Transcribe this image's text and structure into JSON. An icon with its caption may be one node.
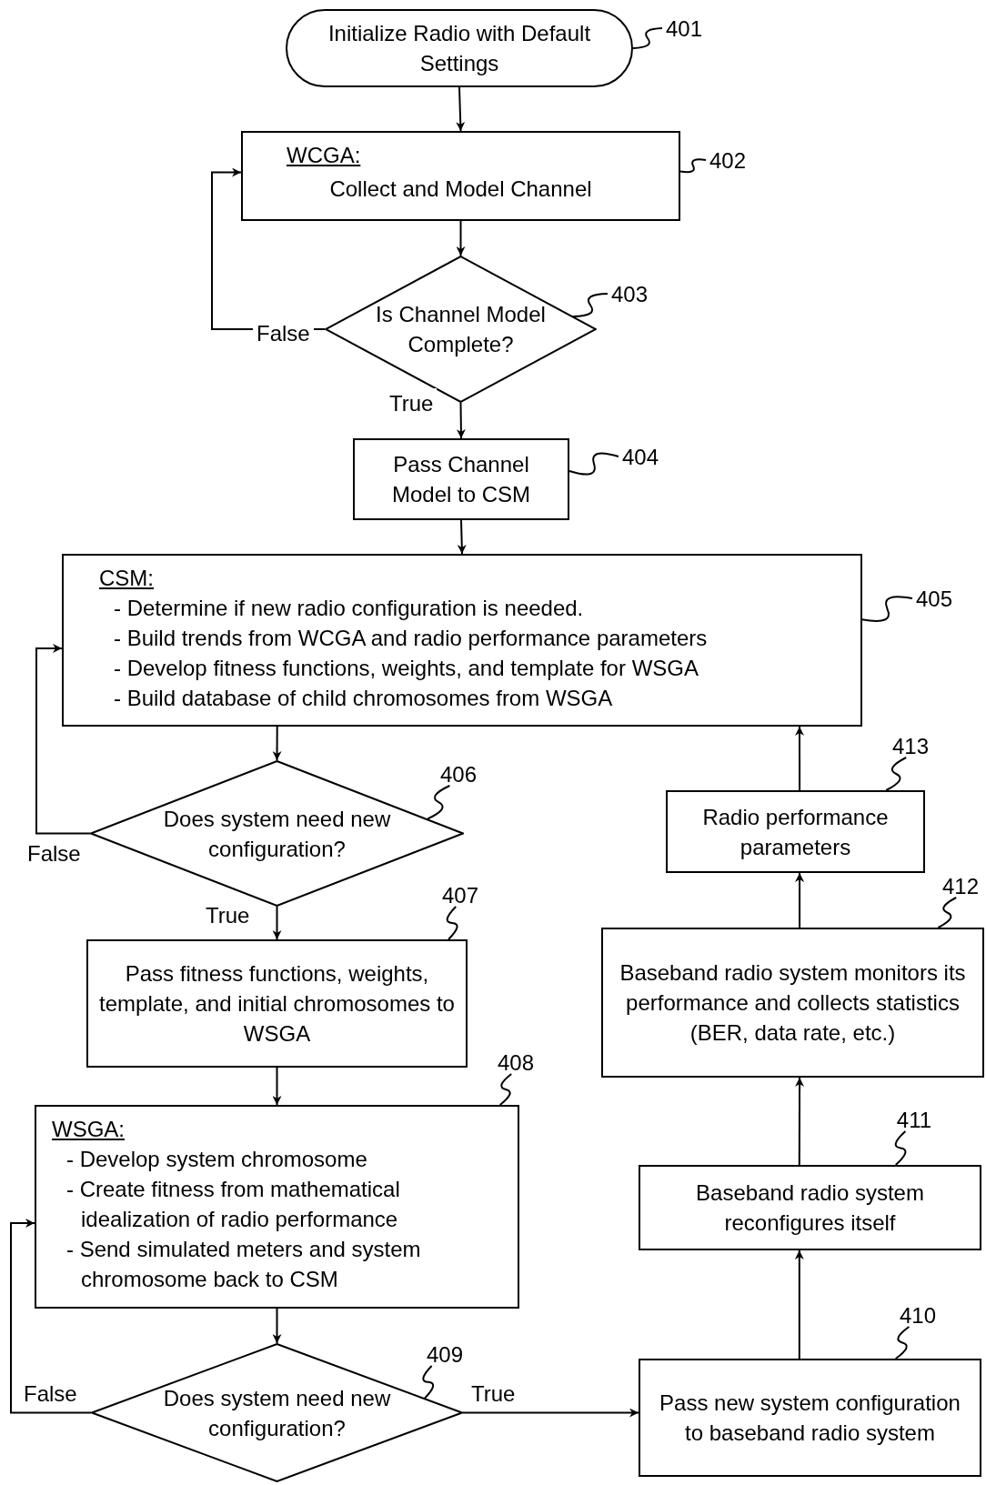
{
  "diagram": {
    "nodes": [
      {
        "text": [
          "Initialize Radio with Default Settings"
        ]
      },
      {
        "text": [
          "WCGA:",
          "Collect and Model Channel"
        ]
      },
      {
        "text": [
          "Is Channel Model Complete?"
        ]
      },
      {
        "text": [
          "Pass Channel Model to CSM"
        ]
      },
      {
        "text": [
          "CSM:",
          "- Determine if new radio configuration is needed.",
          "- Build trends from WCGA and radio performance parameters",
          "- Develop fitness functions, weights, and template for WSGA",
          "- Build database of child chromosomes from WSGA"
        ]
      },
      {
        "text": [
          "Does system need new configuration?"
        ]
      },
      {
        "text": [
          "Pass fitness functions, weights, template, and initial chromosomes to WSGA"
        ]
      },
      {
        "text": [
          "WSGA:",
          "- Develop system chromosome",
          "- Create fitness from mathematical idealization of radio performance",
          "- Send simulated meters and system chromosome back to CSM"
        ]
      },
      {
        "text": [
          "Does system need new configuration?"
        ]
      },
      {
        "text": [
          "Pass new system configuration to baseband radio system"
        ]
      },
      {
        "text": [
          "Baseband radio system reconfigures itself"
        ]
      },
      {
        "text": [
          "Baseband radio system monitors its performance and collects statistics (BER, data rate, etc.)"
        ]
      },
      {
        "text": [
          "Radio performance parameters"
        ]
      },
      {
        "text": [
          "401"
        ]
      },
      {
        "text": [
          "402"
        ]
      },
      {
        "text": [
          "403"
        ]
      },
      {
        "text": [
          "404"
        ]
      },
      {
        "text": [
          "405"
        ]
      },
      {
        "text": [
          "406"
        ]
      },
      {
        "text": [
          "407"
        ]
      },
      {
        "text": [
          "408"
        ]
      },
      {
        "text": [
          "409"
        ]
      },
      {
        "text": [
          "410"
        ]
      },
      {
        "text": [
          "411"
        ]
      },
      {
        "text": [
          "412"
        ]
      },
      {
        "text": [
          "413"
        ]
      }
    ],
    "edges": [
      {
        "from": 0,
        "to": 1,
        "arrow": "to"
      },
      {
        "from": 1,
        "to": 2,
        "arrow": "to"
      },
      {
        "from": 2,
        "to": 1,
        "arrow": "to",
        "label": "False"
      },
      {
        "from": 2,
        "to": 3,
        "arrow": "to",
        "label": "True"
      },
      {
        "from": 3,
        "to": 4,
        "arrow": "to"
      },
      {
        "from": 4,
        "to": 5,
        "arrow": "to"
      },
      {
        "from": 5,
        "to": 4,
        "arrow": "to",
        "label": "False"
      },
      {
        "from": 5,
        "to": 6,
        "arrow": "to",
        "label": "True"
      },
      {
        "from": 6,
        "to": 7,
        "arrow": "to"
      },
      {
        "from": 7,
        "to": 8,
        "arrow": "to"
      },
      {
        "from": 8,
        "to": 7,
        "arrow": "to",
        "label": "False"
      },
      {
        "from": 8,
        "to": 9,
        "arrow": "to",
        "label": "True"
      },
      {
        "from": 9,
        "to": 10,
        "arrow": "to"
      },
      {
        "from": 10,
        "to": 11,
        "arrow": "to"
      },
      {
        "from": 11,
        "to": 12,
        "arrow": "to"
      },
      {
        "from": 12,
        "to": 4,
        "arrow": "to"
      },
      {
        "from": 13,
        "to": 0,
        "arrow": "none"
      },
      {
        "from": 14,
        "to": 1,
        "arrow": "none"
      },
      {
        "from": 15,
        "to": 2,
        "arrow": "none"
      },
      {
        "from": 16,
        "to": 3,
        "arrow": "none"
      },
      {
        "from": 17,
        "to": 4,
        "arrow": "none"
      },
      {
        "from": 18,
        "to": 5,
        "arrow": "none"
      },
      {
        "from": 19,
        "to": 6,
        "arrow": "none"
      },
      {
        "from": 20,
        "to": 7,
        "arrow": "none"
      },
      {
        "from": 21,
        "to": 8,
        "arrow": "none"
      },
      {
        "from": 22,
        "to": 9,
        "arrow": "none"
      },
      {
        "from": 23,
        "to": 10,
        "arrow": "none"
      },
      {
        "from": 24,
        "to": 11,
        "arrow": "none"
      },
      {
        "from": 25,
        "to": 12,
        "arrow": "none"
      }
    ]
  }
}
